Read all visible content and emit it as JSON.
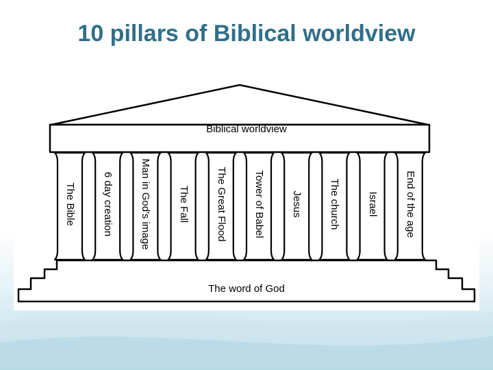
{
  "title": "10 pillars of Biblical worldview",
  "roof_label": "Biblical worldview",
  "base_label": "The word of God",
  "pillars": [
    "The Bible",
    "6 day creation",
    "Man in God's image",
    "The Fall",
    "The Great Flood",
    "Tower of Babel",
    "Jesus",
    "The church",
    "Israel",
    "End of the age"
  ],
  "colors": {
    "title": "#2f6f8a",
    "background_fade": "#b9dbe8",
    "outline": "#000000"
  }
}
